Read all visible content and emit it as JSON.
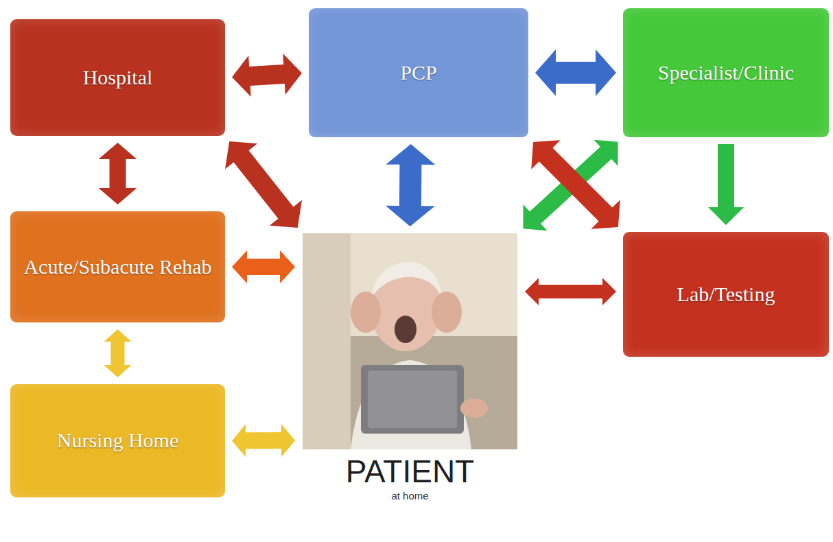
{
  "diagram": {
    "nodes": [
      {
        "text": [
          "Hospital"
        ]
      },
      {
        "text": [
          "PCP"
        ]
      },
      {
        "text": [
          "Specialist/Clinic"
        ]
      },
      {
        "text": [
          "Acute/Subacute Rehab"
        ]
      },
      {
        "text": [
          "PATIENT",
          "at home"
        ]
      },
      {
        "text": [
          "Lab/Testing"
        ]
      },
      {
        "text": [
          "Nursing Home"
        ]
      }
    ],
    "edges": [
      {
        "from": 0,
        "to": 1,
        "arrow": "both"
      },
      {
        "from": 1,
        "to": 2,
        "arrow": "both"
      },
      {
        "from": 0,
        "to": 3,
        "arrow": "both"
      },
      {
        "from": 0,
        "to": 4,
        "arrow": "both"
      },
      {
        "from": 1,
        "to": 4,
        "arrow": "both"
      },
      {
        "from": 2,
        "to": 4,
        "arrow": "both"
      },
      {
        "from": 1,
        "to": 5,
        "arrow": "both"
      },
      {
        "from": 2,
        "to": 5,
        "arrow": "to"
      },
      {
        "from": 3,
        "to": 4,
        "arrow": "both"
      },
      {
        "from": 4,
        "to": 5,
        "arrow": "both"
      },
      {
        "from": 3,
        "to": 6,
        "arrow": "both"
      },
      {
        "from": 6,
        "to": 4,
        "arrow": "both"
      }
    ]
  }
}
